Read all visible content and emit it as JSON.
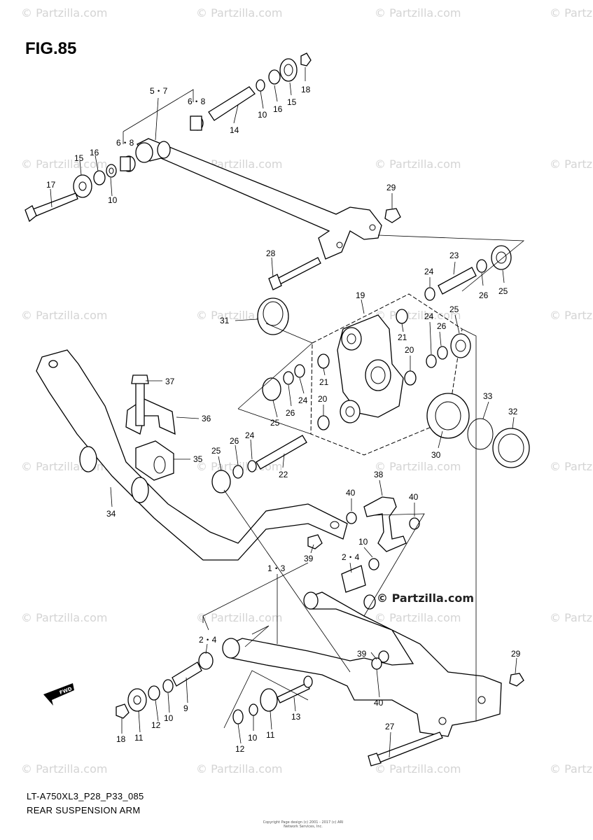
{
  "figure_label": "FIG.85",
  "drawing_code": "LT-A750XL3_P28_P33_085",
  "drawing_title": "REAR SUSPENSION ARM",
  "fwd_symbol": "FWD",
  "watermark_text": "© Partzilla.com",
  "stamp_text": "© Partzilla.com",
  "copyright_small": "Copyright\nPage design (c) 2001 - 2017 (c) ARI Network Services, Inc.",
  "callouts": [
    {
      "id": "c-5-7",
      "text": "5・7"
    },
    {
      "id": "c-6-8a",
      "text": "6・8"
    },
    {
      "id": "c-6-8b",
      "text": "6・8"
    },
    {
      "id": "c-14",
      "text": "14"
    },
    {
      "id": "c-10a",
      "text": "10"
    },
    {
      "id": "c-16a",
      "text": "16"
    },
    {
      "id": "c-15a",
      "text": "15"
    },
    {
      "id": "c-18a",
      "text": "18"
    },
    {
      "id": "c-15b",
      "text": "15"
    },
    {
      "id": "c-16b",
      "text": "16"
    },
    {
      "id": "c-17",
      "text": "17"
    },
    {
      "id": "c-10b",
      "text": "10"
    },
    {
      "id": "c-29a",
      "text": "29"
    },
    {
      "id": "c-28",
      "text": "28"
    },
    {
      "id": "c-23",
      "text": "23"
    },
    {
      "id": "c-24a",
      "text": "24"
    },
    {
      "id": "c-26a",
      "text": "26"
    },
    {
      "id": "c-25a",
      "text": "25"
    },
    {
      "id": "c-19",
      "text": "19"
    },
    {
      "id": "c-31",
      "text": "31"
    },
    {
      "id": "c-21a",
      "text": "21"
    },
    {
      "id": "c-25b",
      "text": "25"
    },
    {
      "id": "c-24b",
      "text": "24"
    },
    {
      "id": "c-26b",
      "text": "26"
    },
    {
      "id": "c-20a",
      "text": "20"
    },
    {
      "id": "c-21b",
      "text": "21"
    },
    {
      "id": "c-20b",
      "text": "20"
    },
    {
      "id": "c-37",
      "text": "37"
    },
    {
      "id": "c-24c",
      "text": "24"
    },
    {
      "id": "c-26c",
      "text": "26"
    },
    {
      "id": "c-25c",
      "text": "25"
    },
    {
      "id": "c-36",
      "text": "36"
    },
    {
      "id": "c-33",
      "text": "33"
    },
    {
      "id": "c-32",
      "text": "32"
    },
    {
      "id": "c-30",
      "text": "30"
    },
    {
      "id": "c-25d",
      "text": "25"
    },
    {
      "id": "c-26d",
      "text": "26"
    },
    {
      "id": "c-24d",
      "text": "24"
    },
    {
      "id": "c-22",
      "text": "22"
    },
    {
      "id": "c-35",
      "text": "35"
    },
    {
      "id": "c-34",
      "text": "34"
    },
    {
      "id": "c-38",
      "text": "38"
    },
    {
      "id": "c-40a",
      "text": "40"
    },
    {
      "id": "c-40b",
      "text": "40"
    },
    {
      "id": "c-39a",
      "text": "39"
    },
    {
      "id": "c-10c",
      "text": "10"
    },
    {
      "id": "c-2-4a",
      "text": "2・4"
    },
    {
      "id": "c-1-3",
      "text": "1・3"
    },
    {
      "id": "c-2-4b",
      "text": "2・4"
    },
    {
      "id": "c-39b",
      "text": "39"
    },
    {
      "id": "c-29b",
      "text": "29"
    },
    {
      "id": "c-40c",
      "text": "40"
    },
    {
      "id": "c-10d",
      "text": "10"
    },
    {
      "id": "c-12a",
      "text": "12"
    },
    {
      "id": "c-9",
      "text": "9"
    },
    {
      "id": "c-13",
      "text": "13"
    },
    {
      "id": "c-18b",
      "text": "18"
    },
    {
      "id": "c-11a",
      "text": "11"
    },
    {
      "id": "c-12b",
      "text": "12"
    },
    {
      "id": "c-10e",
      "text": "10"
    },
    {
      "id": "c-11b",
      "text": "11"
    },
    {
      "id": "c-27",
      "text": "27"
    }
  ]
}
